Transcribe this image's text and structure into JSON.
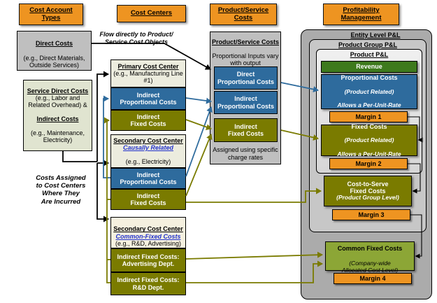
{
  "colors": {
    "header_orange": "#EE9421",
    "proportional_blue": "#2E6B9D",
    "fixed_olive": "#7A7B00",
    "revenue_green": "#3E7A1D",
    "common_fixed_green": "#8CA636",
    "gray_panel": "#BFBFBF"
  },
  "headers": {
    "cost_account_types": "Cost Account Types",
    "cost_centers": "Cost Centers",
    "product_service_costs": "Product/Service Costs",
    "profitability_management": "Profitability Management"
  },
  "cost_account_types": {
    "direct_costs": {
      "title": "Direct Costs",
      "detail": "(e.g., Direct Materials, Outside Services)"
    },
    "service_indirect": {
      "service_title": "Service Direct Costs",
      "service_detail": "(e.g., Labor and Related Overhead) &",
      "indirect_title": "Indirect Costs",
      "indirect_detail": "(e.g., Maintenance, Electricity)"
    },
    "assignment_note": "Costs Assigned\nto Cost Centers\nWhere They\nAre Incurred"
  },
  "cost_centers": {
    "flow_note": "Flow directly to Product/\nService Cost Objects",
    "primary": {
      "title": "Primary Cost Center",
      "subtitle": "(e.g., Manufacturing Line #1)",
      "proportional": "Indirect\nProportional Costs",
      "fixed": "Indirect\nFixed Costs"
    },
    "secondary_causal": {
      "title": "Secondary Cost Center",
      "link": "Causally Related",
      "subtitle": "(e.g., Electricity)",
      "proportional": "Indirect\nProportional Costs",
      "fixed": "Indirect\nFixed Costs"
    },
    "secondary_common": {
      "title": "Secondary Cost Center",
      "link": "Common-Fixed Costs",
      "subtitle": "(e.g., R&D, Advertising)",
      "advertising": "Indirect Fixed Costs:\nAdvertising Dept.",
      "rnd": "Indirect Fixed Costs:\nR&D Dept."
    }
  },
  "product_service": {
    "title": "Product/Service Costs",
    "subtitle": "Proportional Inputs vary with output",
    "direct_proportional": "Direct\nProportional Costs",
    "indirect_proportional": "Indirect\nProportional Costs",
    "indirect_fixed": "Indirect\nFixed Costs",
    "footer": "Assigned using specific charge rates"
  },
  "pnl": {
    "entity_label": "Entity Level P&L",
    "group_label": "Product Group P&L",
    "product_label": "Product P&L",
    "revenue": "Revenue",
    "proportional": {
      "title": "Proportional  Costs",
      "line2": "(Product Related)",
      "line3": "Allows a Per-Unit-Rate"
    },
    "margin1": "Margin 1",
    "fixed": {
      "title": "Fixed Costs",
      "line2": "(Product Related)",
      "line3": "Allows a Per-Unit-Rate"
    },
    "margin2": "Margin 2",
    "cost_to_serve": {
      "title": "Cost-to-Serve\nFixed Costs",
      "line2": "(Product Group Level)"
    },
    "margin3": "Margin 3",
    "common_fixed": {
      "title": "Common Fixed Costs",
      "line2": "(Company-wide\nAllocated Cost Level)"
    },
    "margin4": "Margin 4"
  }
}
